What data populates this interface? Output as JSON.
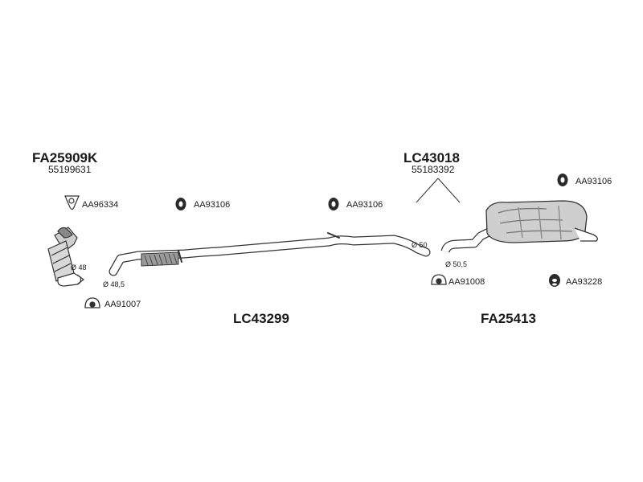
{
  "parts": {
    "catalytic_converter": {
      "code": "FA25909K",
      "oem": "55199631"
    },
    "middle_pipe": {
      "code": "LC43299"
    },
    "pipe_set": {
      "code": "LC43018",
      "oem": "55183392"
    },
    "rear_silencer": {
      "code": "FA25413"
    }
  },
  "accessories": {
    "gasket_front": "AA96334",
    "hanger_1": "AA93106",
    "hanger_2": "AA93106",
    "hanger_3": "AA93106",
    "clamp_front": "AA91007",
    "clamp_rear": "AA91008",
    "hanger_rear": "AA93228"
  },
  "diameters": {
    "cat_outlet": "Ø 48",
    "pipe_front": "Ø 48,5",
    "pipe_rear": "Ø 50",
    "silencer_inlet": "Ø 50,5"
  },
  "colors": {
    "line": "#333333",
    "fill": "#cfcfcf",
    "dark": "#555555"
  }
}
